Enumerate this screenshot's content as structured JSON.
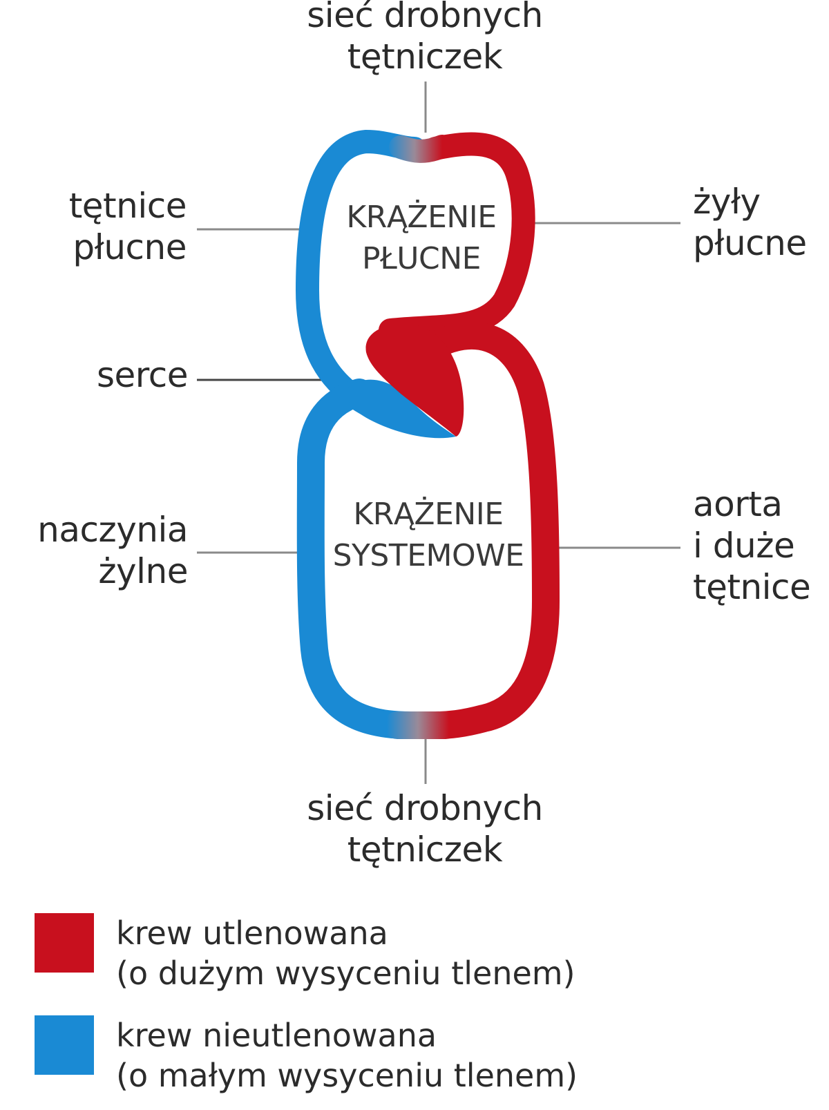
{
  "labels": {
    "top_capillaries": [
      "sieć drobnych",
      "tętniczek"
    ],
    "pulmonary_arteries": [
      "tętnice",
      "płucne"
    ],
    "pulmonary_veins": [
      "żyły",
      "płucne"
    ],
    "heart": "serce",
    "veins": [
      "naczynia",
      "żylne"
    ],
    "aorta": [
      "aorta",
      "i duże",
      "tętnice"
    ],
    "bottom_capillaries": [
      "sieć drobnych",
      "tętniczek"
    ]
  },
  "circuits": {
    "pulmonary": [
      "KRĄŻENIE",
      "PŁUCNE"
    ],
    "systemic": [
      "KRĄŻENIE",
      "SYSTEMOWE"
    ]
  },
  "legend": [
    {
      "color": "#c8101e",
      "line1": "krew utlenowana",
      "line2": "(o dużym wysyceniu tlenem)"
    },
    {
      "color": "#1a8ad4",
      "line1": "krew nieutlenowana",
      "line2": "(o małym wysyceniu tlenem)"
    }
  ],
  "colors": {
    "oxygenated": "#c8101e",
    "deoxygenated": "#1a8ad4",
    "leader": "#888888"
  }
}
